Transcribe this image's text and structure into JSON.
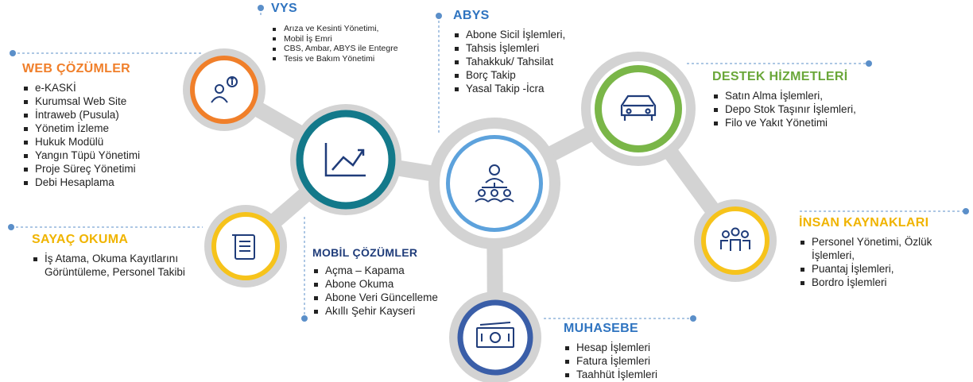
{
  "colors": {
    "orange": "#f07f2a",
    "teal": "#13798a",
    "light_blue": "#5da2dc",
    "green": "#7ab648",
    "yellow": "#f6c31b",
    "navy": "#1f3c7a",
    "blue_title": "#2f74c0",
    "gray": "#d3d3d3"
  },
  "web": {
    "title": "WEB ÇÖZÜMLER",
    "items": [
      "e-KASKİ",
      "Kurumsal Web Site",
      "İntraweb (Pusula)",
      "Yönetim İzleme",
      "Hukuk Modülü",
      "Yangın Tüpü Yönetimi",
      "Proje Süreç Yönetimi",
      "Debi Hesaplama"
    ]
  },
  "vys": {
    "title": "VYS",
    "items": [
      "Arıza ve Kesinti Yönetimi,",
      "Mobil İş Emri",
      "CBS, Ambar, ABYS ile Entegre",
      "Tesis ve Bakım Yönetimi"
    ]
  },
  "abys": {
    "title": "ABYS",
    "items": [
      "Abone Sicil İşlemleri,",
      "Tahsis İşlemleri",
      "Tahakkuk/ Tahsilat",
      "Borç Takip",
      "Yasal Takip -İcra"
    ]
  },
  "destek": {
    "title": "DESTEK HİZMETLERİ",
    "items": [
      "Satın Alma İşlemleri,",
      "Depo Stok Taşınır İşlemleri,",
      "Filo ve Yakıt Yönetimi"
    ]
  },
  "sayac": {
    "title": "SAYAÇ OKUMA",
    "items": [
      "İş Atama, Okuma Kayıtlarını Görüntüleme, Personel Takibi"
    ]
  },
  "mobil": {
    "title": "MOBİL ÇÖZÜMLER",
    "items": [
      "Açma – Kapama",
      "Abone Okuma",
      "Abone Veri Güncelleme",
      "Akıllı Şehir Kayseri"
    ]
  },
  "ik": {
    "title": "İNSAN KAYNAKLARI",
    "items": [
      "Personel Yönetimi, Özlük İşlemleri,",
      "Puantaj İşlemleri,",
      "Bordro İşlemleri"
    ]
  },
  "muhasebe": {
    "title": "MUHASEBE",
    "items": [
      "Hesap İşlemleri",
      "Fatura İşlemleri",
      "Taahhüt İşlemleri"
    ]
  },
  "icons": [
    "people-info-icon",
    "growth-chart-icon",
    "hierarchy-icon",
    "car-icon",
    "meter-document-icon",
    "team-icon",
    "cash-icon"
  ]
}
